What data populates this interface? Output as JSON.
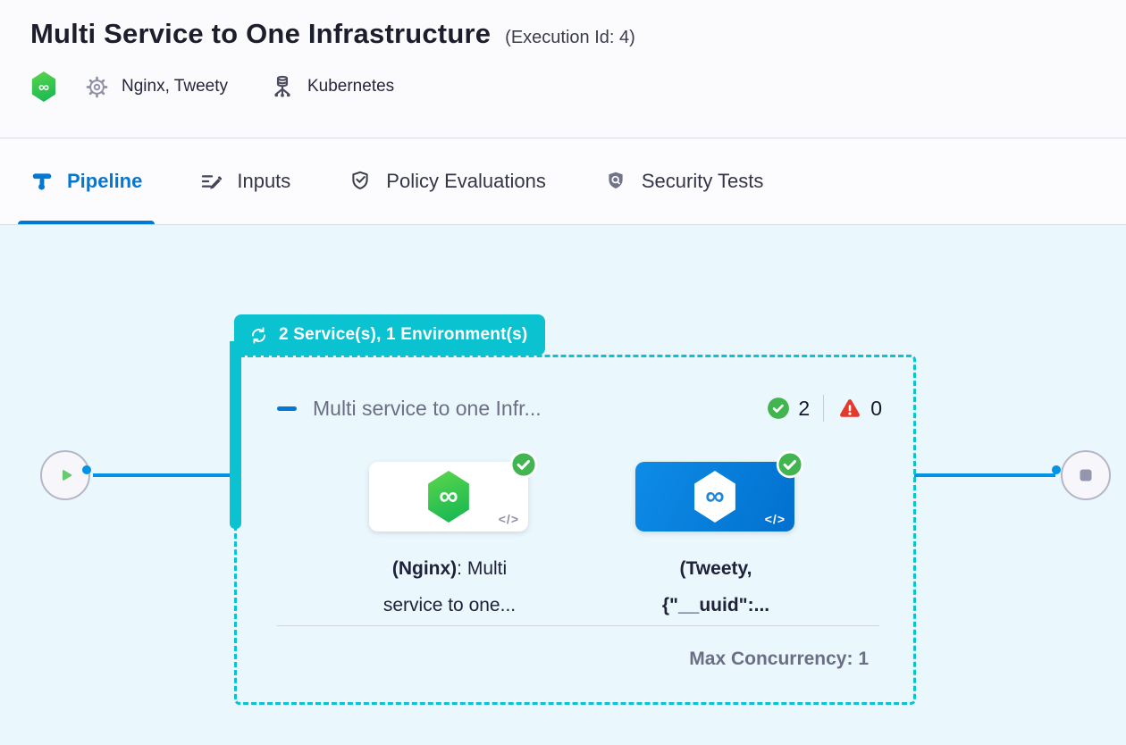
{
  "header": {
    "title": "Multi Service to One Infrastructure",
    "execution_id": "(Execution Id: 4)",
    "services_label": "Nginx, Tweety",
    "infrastructure_label": "Kubernetes"
  },
  "tabs": [
    {
      "label": "Pipeline",
      "icon": "pipeline-icon",
      "active": true
    },
    {
      "label": "Inputs",
      "icon": "inputs-icon",
      "active": false
    },
    {
      "label": "Policy Evaluations",
      "icon": "policy-shield-icon",
      "active": false
    },
    {
      "label": "Security Tests",
      "icon": "security-shield-icon",
      "active": false
    }
  ],
  "glyphs": {
    "infinity": "∞",
    "code": "</>"
  },
  "canvas": {
    "stage_badge_label": "2 Service(s), 1 Environment(s)",
    "stage": {
      "name": "Multi service to one Infr...",
      "success_count": "2",
      "failed_count": "0",
      "max_concurrency_label": "Max Concurrency: 1",
      "nodes": [
        {
          "line1_strong": "(Nginx)",
          "line1_rest": ": Multi",
          "line2_strong": "",
          "line2_rest": "service to one..."
        },
        {
          "line1_strong": "(Tweety,",
          "line1_rest": "",
          "line2_strong": "{\"__uuid\":...",
          "line2_rest": ""
        }
      ]
    }
  },
  "colors": {
    "accent_blue": "#0278d5",
    "line_blue": "#0092e4",
    "teal": "#0bc3d0",
    "success_green": "#42b450",
    "error_red": "#e6392e",
    "card_blue": "#0d8ce6",
    "harness_green": "#42d054",
    "canvas_bg": "#eaf7fc"
  }
}
